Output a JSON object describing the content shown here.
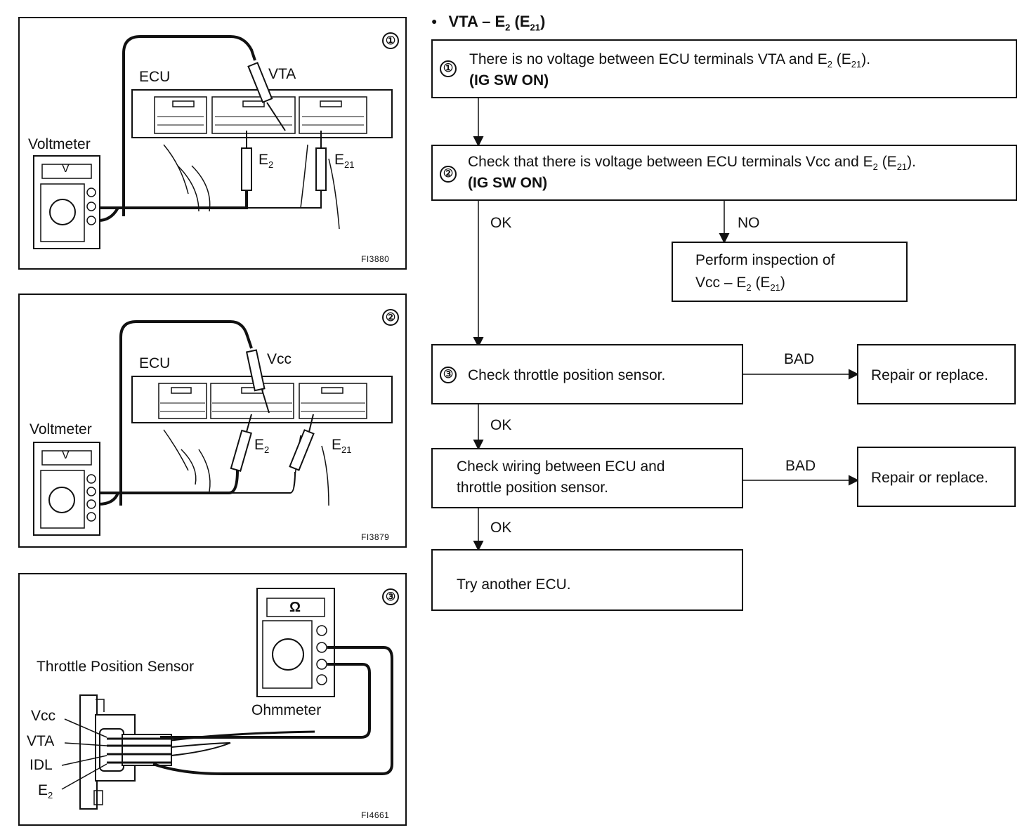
{
  "header": {
    "bullet": "●",
    "title": "VTA – E",
    "title_sub1": "2",
    "title_mid": " (E",
    "title_sub2": "21",
    "title_end": ")"
  },
  "panels": [
    {
      "number": "①",
      "ecu": "ECU",
      "probe": "VTA",
      "meter": "Voltmeter",
      "meter_face": "V",
      "e2": "E",
      "e2_sub": "2",
      "e21": "E",
      "e21_sub": "21",
      "fig": "FI3880"
    },
    {
      "number": "②",
      "ecu": "ECU",
      "probe": "Vcc",
      "meter": "Voltmeter",
      "meter_face": "V",
      "e2": "E",
      "e2_sub": "2",
      "e21": "E",
      "e21_sub": "21",
      "fig": "FI3879"
    },
    {
      "number": "③",
      "title": "Throttle Position Sensor",
      "meter": "Ohmmeter",
      "meter_face": "Ω",
      "terminals": [
        "Vcc",
        "VTA",
        "IDL",
        "E"
      ],
      "e2_sub": "2",
      "fig": "FI4661"
    }
  ],
  "flow": {
    "step1": {
      "num": "①",
      "line1": "There is no voltage between ECU terminals VTA and E",
      "line1_sub": "2",
      "line1_mid": " (E",
      "line1_sub2": "21",
      "line1_end": ").",
      "line2": "(IG SW ON)"
    },
    "step2": {
      "num": "②",
      "line1": "Check that there is voltage between ECU terminals Vcc and E",
      "line1_sub": "2",
      "line1_mid": " (E",
      "line1_sub2": "21",
      "line1_end": ").",
      "line2": "(IG SW ON)"
    },
    "no_label": "NO",
    "ok1": "OK",
    "inspect": {
      "line1": "Perform inspection of",
      "line2": "Vcc – E",
      "sub": "2",
      "mid": " (E",
      "sub2": "21",
      "end": ")"
    },
    "step3": {
      "num": "③",
      "text": "Check throttle position sensor."
    },
    "bad1": "BAD",
    "repair1": "Repair or replace.",
    "ok2": "OK",
    "wiring": {
      "line1": "Check wiring between ECU and",
      "line2": "throttle position sensor."
    },
    "bad2": "BAD",
    "repair2": "Repair or replace.",
    "ok3": "OK",
    "final": "Try another ECU."
  }
}
